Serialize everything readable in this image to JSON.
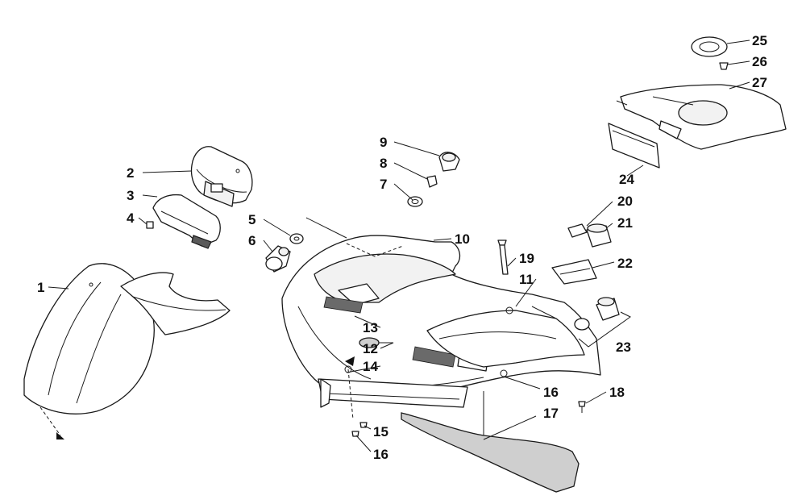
{
  "diagram": {
    "callouts": [
      {
        "id": "c1",
        "label": "1"
      },
      {
        "id": "c2",
        "label": "2"
      },
      {
        "id": "c3",
        "label": "3"
      },
      {
        "id": "c4",
        "label": "4"
      },
      {
        "id": "c5",
        "label": "5"
      },
      {
        "id": "c6",
        "label": "6"
      },
      {
        "id": "c7",
        "label": "7"
      },
      {
        "id": "c8",
        "label": "8"
      },
      {
        "id": "c9",
        "label": "9"
      },
      {
        "id": "c10",
        "label": "10"
      },
      {
        "id": "c11",
        "label": "11"
      },
      {
        "id": "c12",
        "label": "12"
      },
      {
        "id": "c13",
        "label": "13"
      },
      {
        "id": "c14",
        "label": "14"
      },
      {
        "id": "c15",
        "label": "15"
      },
      {
        "id": "c16a",
        "label": "16"
      },
      {
        "id": "c16b",
        "label": "16"
      },
      {
        "id": "c17",
        "label": "17"
      },
      {
        "id": "c18",
        "label": "18"
      },
      {
        "id": "c19",
        "label": "19"
      },
      {
        "id": "c20",
        "label": "20"
      },
      {
        "id": "c21",
        "label": "21"
      },
      {
        "id": "c22",
        "label": "22"
      },
      {
        "id": "c23",
        "label": "23"
      },
      {
        "id": "c24",
        "label": "24"
      },
      {
        "id": "c25",
        "label": "25"
      },
      {
        "id": "c26",
        "label": "26"
      },
      {
        "id": "c27",
        "label": "27"
      }
    ]
  }
}
